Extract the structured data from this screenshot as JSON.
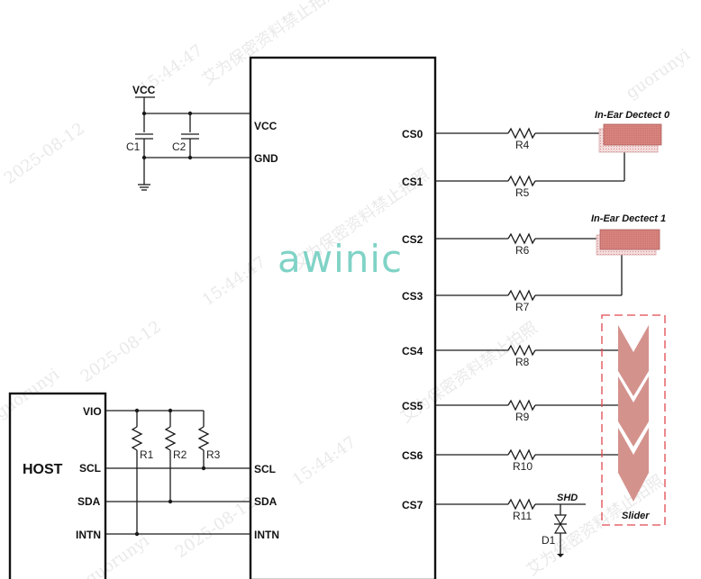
{
  "diagram": {
    "logo_text": "awinic",
    "colors": {
      "logo": "#7fd3c6",
      "electrode_fill": "#d9857f",
      "slider_fill": "#d4928d",
      "slider_border": "#e0484f",
      "wire": "#1a1a1a"
    },
    "power": {
      "vcc_label": "VCC",
      "capacitors": [
        "C1",
        "C2"
      ]
    },
    "chip": {
      "left_pins": [
        "VCC",
        "GND",
        "SCL",
        "SDA",
        "INTN"
      ],
      "right_pins": [
        "CS0",
        "CS1",
        "CS2",
        "CS3",
        "CS4",
        "CS5",
        "CS6",
        "CS7"
      ]
    },
    "host": {
      "title": "HOST",
      "pins": [
        "VIO",
        "SCL",
        "SDA",
        "INTN"
      ],
      "pullups": [
        "R1",
        "R2",
        "R3"
      ]
    },
    "series_resistors": [
      "R4",
      "R5",
      "R6",
      "R7",
      "R8",
      "R9",
      "R10",
      "R11"
    ],
    "in_ear_labels": [
      "In-Ear Dectect 0",
      "In-Ear Dectect 1"
    ],
    "slider_label": "Slider",
    "shield_label": "SHD",
    "diode_label": "D1",
    "watermarks": [
      "艾为保密资料禁止拍照",
      "15:44:47",
      "2025-08-12",
      "guorunyi"
    ]
  }
}
